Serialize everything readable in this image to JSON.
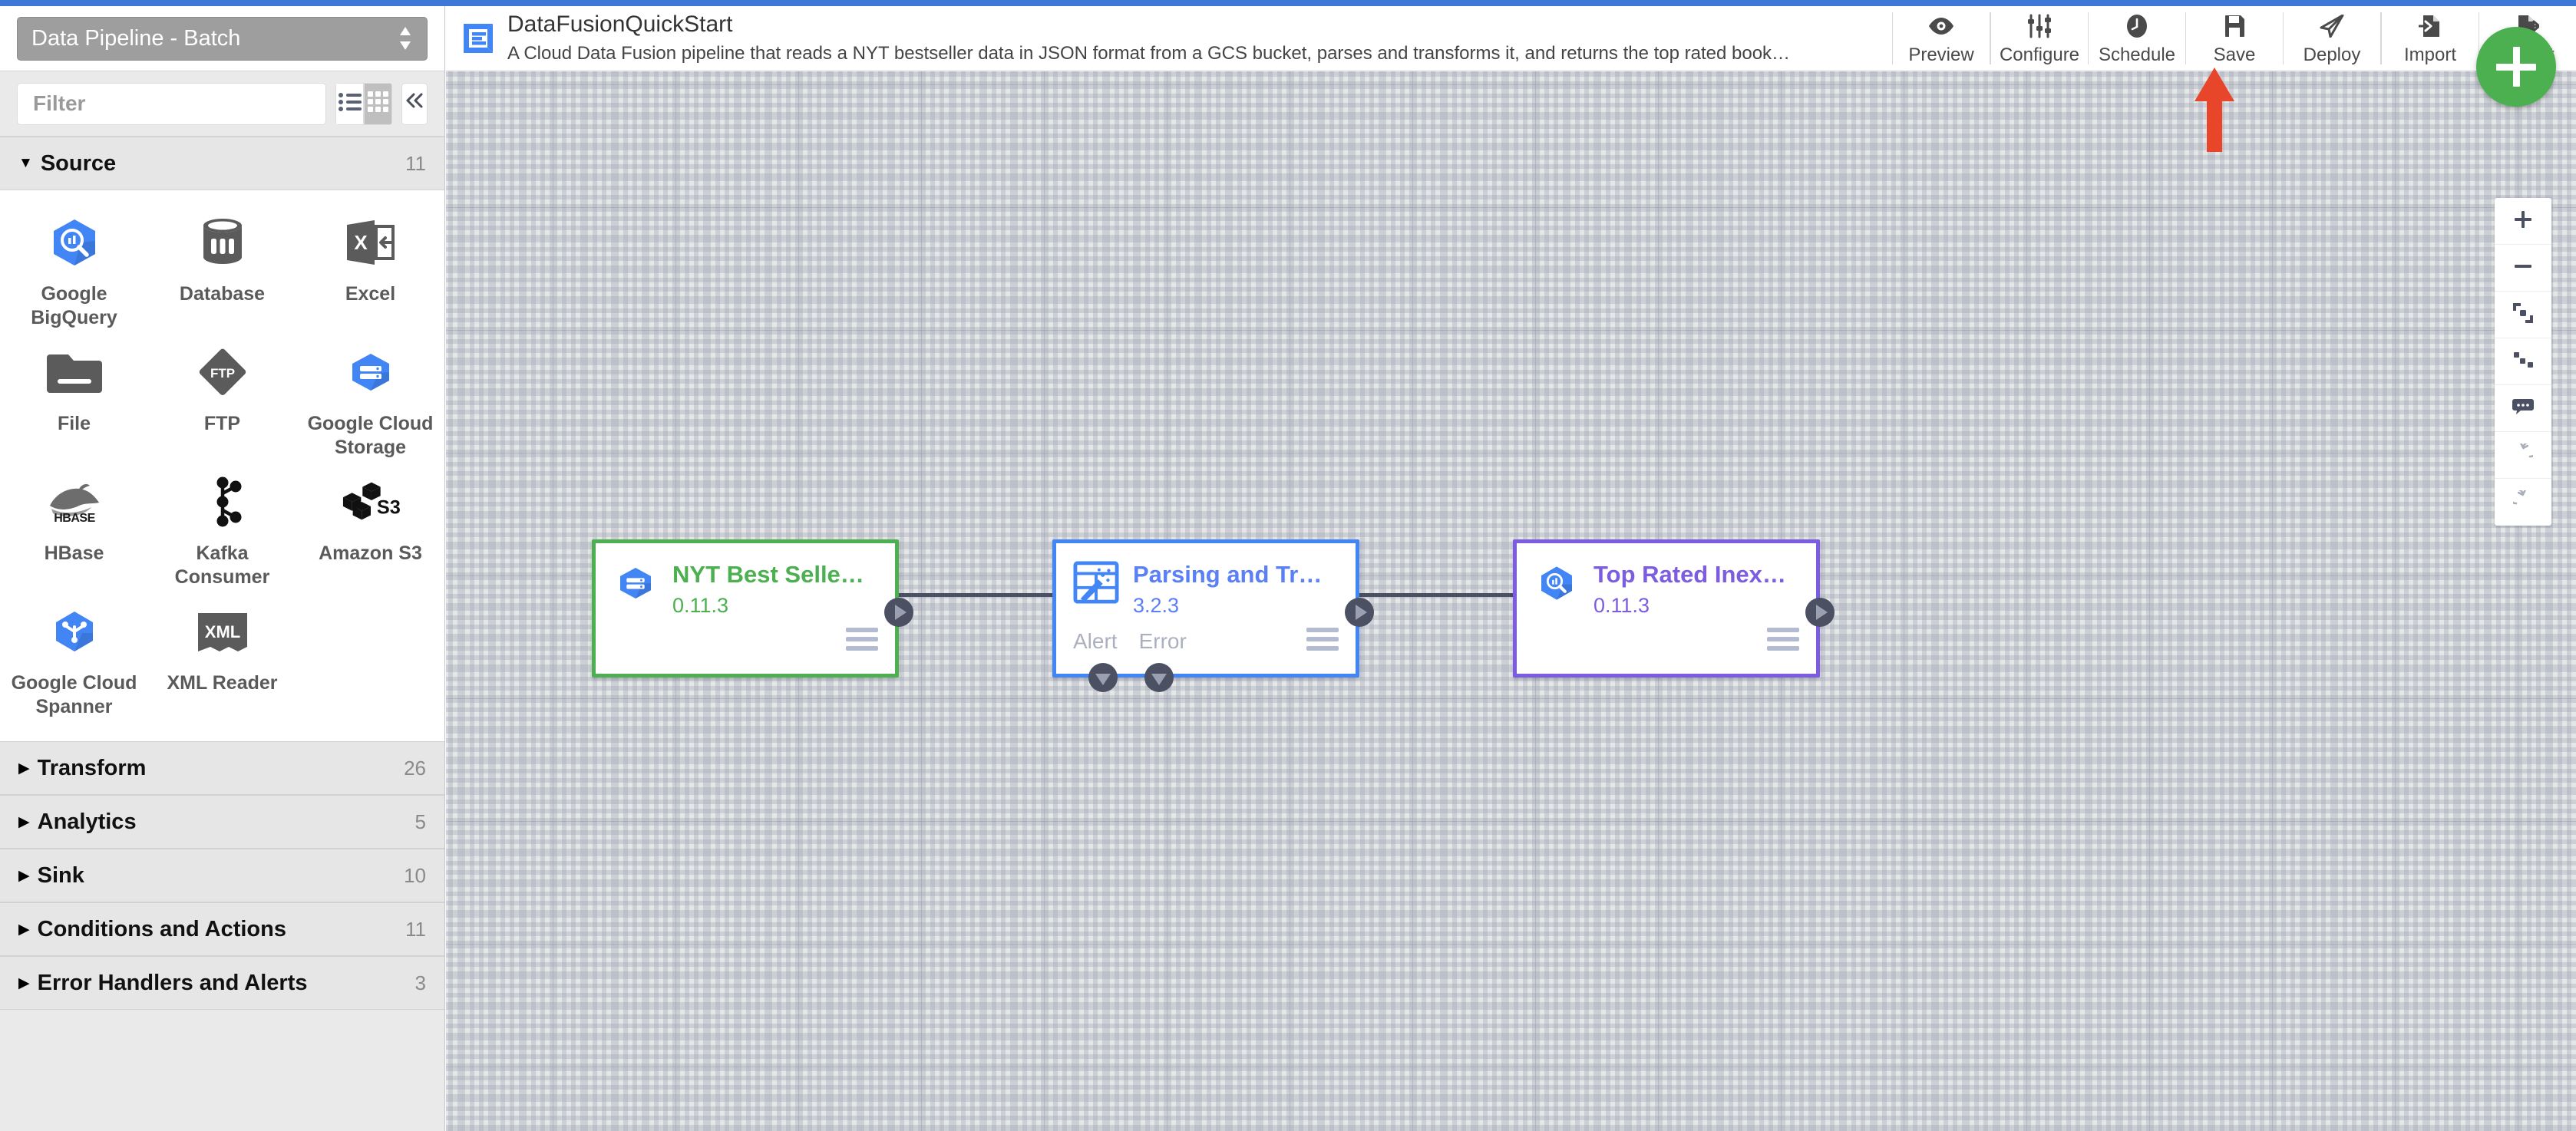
{
  "window": {
    "accent_blue": "#3c78d8"
  },
  "sidebar": {
    "pipeline_type": "Data Pipeline - Batch",
    "filter_placeholder": "Filter",
    "filter_value": "",
    "view_list_icon": "list-view-icon",
    "view_grid_icon": "grid-view-icon",
    "collapse_icon": "collapse-panel-icon",
    "groups": [
      {
        "name": "Source",
        "count": "11",
        "expanded": true
      },
      {
        "name": "Transform",
        "count": "26",
        "expanded": false
      },
      {
        "name": "Analytics",
        "count": "5",
        "expanded": false
      },
      {
        "name": "Sink",
        "count": "10",
        "expanded": false
      },
      {
        "name": "Conditions and Actions",
        "count": "11",
        "expanded": false
      },
      {
        "name": "Error Handlers and Alerts",
        "count": "3",
        "expanded": false
      }
    ],
    "source_plugins": [
      {
        "label": "Google BigQuery",
        "icon": "google-bigquery-icon"
      },
      {
        "label": "Database",
        "icon": "database-icon"
      },
      {
        "label": "Excel",
        "icon": "excel-icon"
      },
      {
        "label": "File",
        "icon": "file-folder-icon"
      },
      {
        "label": "FTP",
        "icon": "ftp-icon"
      },
      {
        "label": "Google Cloud Storage",
        "icon": "google-cloud-storage-icon"
      },
      {
        "label": "HBase",
        "icon": "hbase-icon"
      },
      {
        "label": "Kafka Consumer",
        "icon": "kafka-icon"
      },
      {
        "label": "Amazon S3",
        "icon": "amazon-s3-icon"
      },
      {
        "label": "Google Cloud Spanner",
        "icon": "google-cloud-spanner-icon"
      },
      {
        "label": "XML Reader",
        "icon": "xml-reader-icon"
      }
    ]
  },
  "header": {
    "logo_icon": "cdap-logo-icon",
    "pipeline_name": "DataFusionQuickStart",
    "pipeline_description": "A Cloud Data Fusion pipeline that reads a NYT bestseller data in JSON format from a GCS bucket, parses and transforms it, and returns the top rated book…",
    "toolbar": [
      {
        "label": "Preview",
        "icon": "eye-icon"
      },
      {
        "label": "Configure",
        "icon": "sliders-icon"
      },
      {
        "label": "Schedule",
        "icon": "clock-icon"
      },
      {
        "label": "Save",
        "icon": "floppy-disk-icon"
      },
      {
        "label": "Deploy",
        "icon": "paper-plane-icon"
      },
      {
        "label": "Import",
        "icon": "import-icon"
      },
      {
        "label": "Export",
        "icon": "export-icon"
      }
    ]
  },
  "canvas": {
    "annotation": {
      "type": "arrow",
      "color": "#e8462a",
      "points_to": "Deploy"
    },
    "nodes": [
      {
        "title": "NYT Best Selle…",
        "version": "0.11.3",
        "icon": "google-cloud-storage-icon",
        "accent": "#4caf50",
        "node_type": "source",
        "output_ports": [
          "out"
        ],
        "error_labels": []
      },
      {
        "title": "Parsing and Tr…",
        "version": "3.2.3",
        "icon": "wrangler-icon",
        "accent": "#4285f4",
        "node_type": "transform",
        "output_ports": [
          "out"
        ],
        "error_labels": [
          "Alert",
          "Error"
        ]
      },
      {
        "title": "Top Rated Inex…",
        "version": "0.11.3",
        "icon": "google-bigquery-icon",
        "accent": "#7c5ce0",
        "node_type": "sink",
        "output_ports": [
          "out"
        ],
        "error_labels": []
      }
    ],
    "fab": {
      "icon": "add-node-icon",
      "color": "#4caf50"
    },
    "tools": [
      {
        "icon": "zoom-in-icon"
      },
      {
        "icon": "zoom-out-icon"
      },
      {
        "icon": "fit-to-screen-icon"
      },
      {
        "icon": "align-nodes-icon"
      },
      {
        "icon": "comment-icon"
      },
      {
        "icon": "undo-icon"
      },
      {
        "icon": "redo-icon"
      }
    ]
  }
}
